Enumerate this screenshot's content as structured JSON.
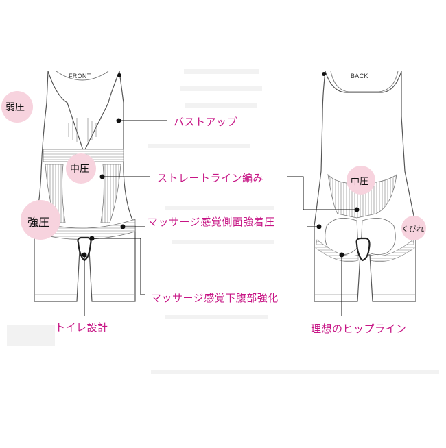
{
  "front": {
    "title": "FRONT",
    "zones": {
      "weak": "弱圧",
      "medium": "中圧",
      "strong": "強圧"
    }
  },
  "back": {
    "title": "BACK",
    "zones": {
      "medium": "中圧",
      "waist": "くびれ"
    }
  },
  "callouts": {
    "bust_up": "バストアップ",
    "straight_line": "ストレートライン編み",
    "side_massage": "マッサージ感覚側面強着圧",
    "lower_abdomen": "マッサージ感覚下腹部強化",
    "toilet": "トイレ設計",
    "hip_line": "理想のヒップライン"
  },
  "colors": {
    "label": "#c71585",
    "bubble": "#f7d3de",
    "outline": "#555555"
  }
}
